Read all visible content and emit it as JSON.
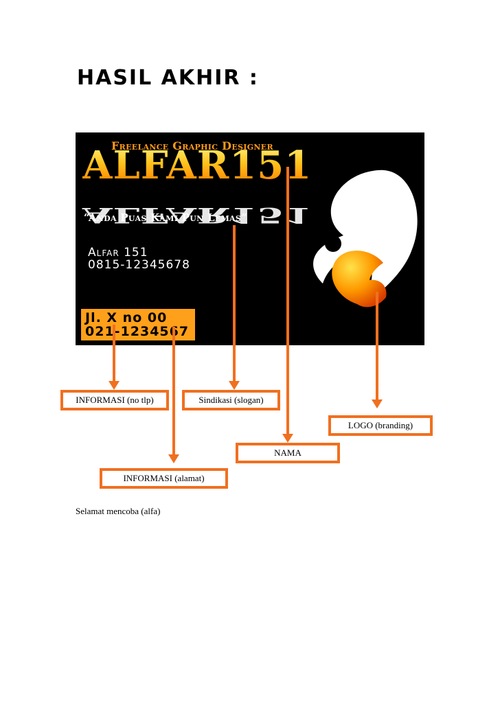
{
  "heading": "HASIL AKHIR :",
  "card": {
    "tagline": "Freelance Graphic Designer",
    "brand": "ALFAR151",
    "slogan": "“Anda Puas Kami Pun Lemas”",
    "name": "Alfar 151",
    "phone": "0815-12345678",
    "address_line1": "Jl. X no 00",
    "address_line2": "021-1234567",
    "colors": {
      "background": "#000000",
      "accent": "#ffa01a",
      "text": "#ffffff"
    },
    "logo_icon": "alfar-logo-icon"
  },
  "labels": {
    "info_phone": "INFORMASI (no tlp)",
    "slogan": "Sindikasi (slogan)",
    "logo": "LOGO (branding)",
    "name": "NAMA",
    "info_address": "INFORMASI (alamat)",
    "border_color": "#f07020"
  },
  "footer": "Selamat mencoba (alfa)"
}
